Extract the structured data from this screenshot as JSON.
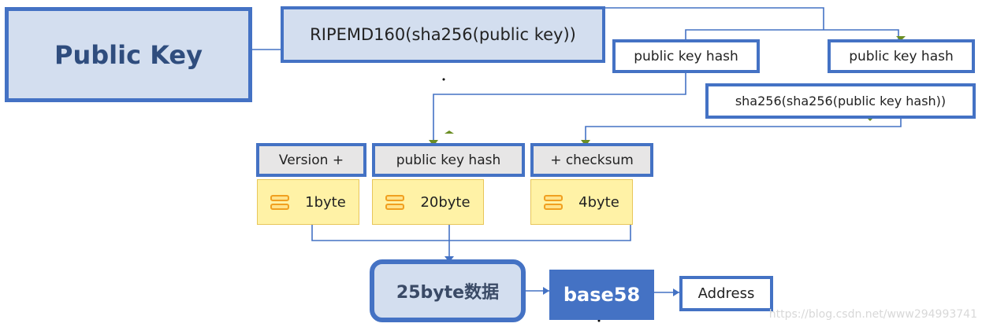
{
  "nodes": {
    "public_key": "Public Key",
    "ripemd": "RIPEMD160(sha256(public key))",
    "pkh_top_left": "public key hash",
    "pkh_top_right": "public key hash",
    "double_sha": "sha256(sha256(public key hash))",
    "version": "Version +",
    "pkh_mid": "public key hash",
    "checksum": "+ checksum",
    "bytes_1": "1byte",
    "bytes_20": "20byte",
    "bytes_4": "4byte",
    "data_25": "25byte数据",
    "base58": "base58",
    "address": "Address"
  },
  "watermark": "https://blog.csdn.net/www294993741",
  "colors": {
    "border_blue": "#4472C4",
    "light_blue_fill": "#D3DEEF",
    "gray_fill": "#E7E6E6",
    "yellow_fill": "#FFF2A6",
    "arrow_green": "#6B8E23"
  },
  "icons": [
    "database-icon"
  ]
}
